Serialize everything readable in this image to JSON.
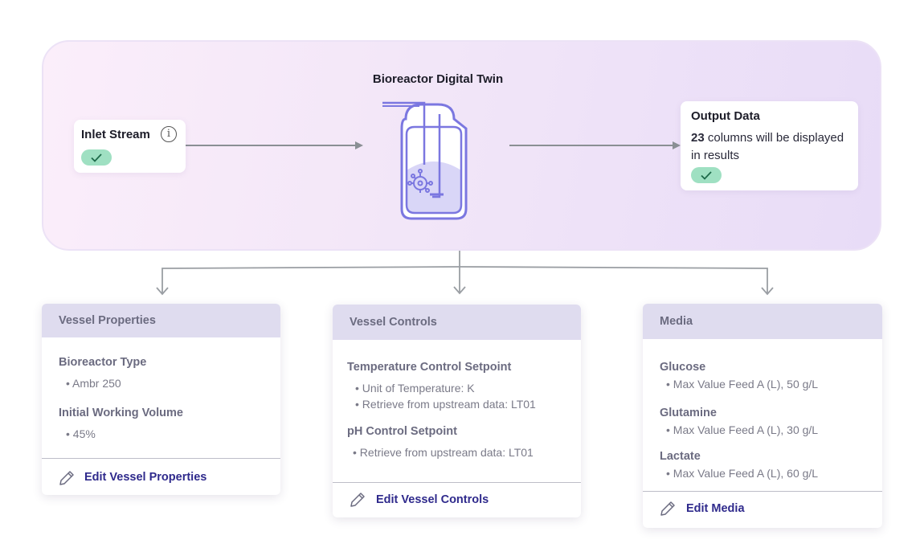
{
  "diagram": {
    "title": "Bioreactor Digital Twin",
    "inlet": {
      "title": "Inlet Stream",
      "info_glyph": "i",
      "status": "check"
    },
    "output": {
      "title": "Output Data",
      "count": "23",
      "desc_rest": " columns will be displayed in results",
      "status": "check"
    }
  },
  "cards": {
    "vessel_properties": {
      "header": "Vessel Properties",
      "sections": [
        {
          "title": "Bioreactor Type",
          "items": [
            "• Ambr 250"
          ]
        },
        {
          "title": "Initial Working Volume",
          "items": [
            "• 45%"
          ]
        }
      ],
      "edit_label": "Edit Vessel Properties"
    },
    "vessel_controls": {
      "header": "Vessel Controls",
      "sections": [
        {
          "title": "Temperature Control Setpoint",
          "items": [
            "• Unit of Temperature: K",
            "• Retrieve from upstream data: LT01"
          ]
        },
        {
          "title": "pH Control Setpoint",
          "items": [
            "• Retrieve from upstream data: LT01"
          ]
        }
      ],
      "edit_label": "Edit Vessel Controls"
    },
    "media": {
      "header": "Media",
      "sections": [
        {
          "title": "Glucose",
          "items": [
            "• Max Value Feed A (L),  50 g/L"
          ]
        },
        {
          "title": "Glutamine",
          "items": [
            "• Max Value Feed A (L), 30 g/L"
          ]
        },
        {
          "title": "Lactate",
          "items": [
            "• Max Value Feed A (L), 60 g/L"
          ]
        }
      ],
      "edit_label": "Edit Media"
    }
  },
  "colors": {
    "accent": "#2f2a8c",
    "check_pill": "#9fe0c2",
    "header_bg": "#dfdcef",
    "vessel_stroke": "#7b77e0",
    "vessel_fill": "#d9d6f7",
    "arrow": "#8a8f94"
  },
  "icons": [
    "info-icon",
    "check-icon",
    "bioreactor-icon",
    "pencil-icon"
  ]
}
